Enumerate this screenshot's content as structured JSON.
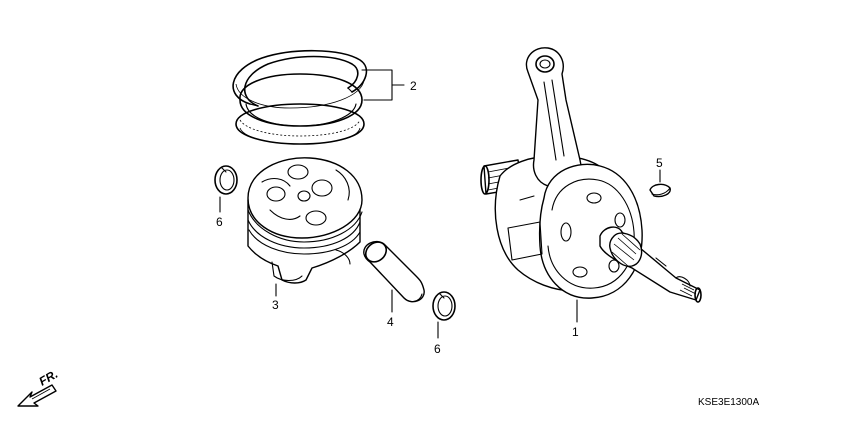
{
  "diagram": {
    "parts": [
      {
        "label": "1",
        "name": "crankshaft"
      },
      {
        "label": "2",
        "name": "piston-ring-set"
      },
      {
        "label": "3",
        "name": "piston"
      },
      {
        "label": "4",
        "name": "piston-pin"
      },
      {
        "label": "5",
        "name": "woodruff-key"
      },
      {
        "label": "6",
        "name": "piston-pin-clip"
      },
      {
        "label": "6",
        "name": "piston-pin-clip"
      }
    ],
    "direction_label": "FR.",
    "diagram_code": "KSE3E1300A"
  }
}
